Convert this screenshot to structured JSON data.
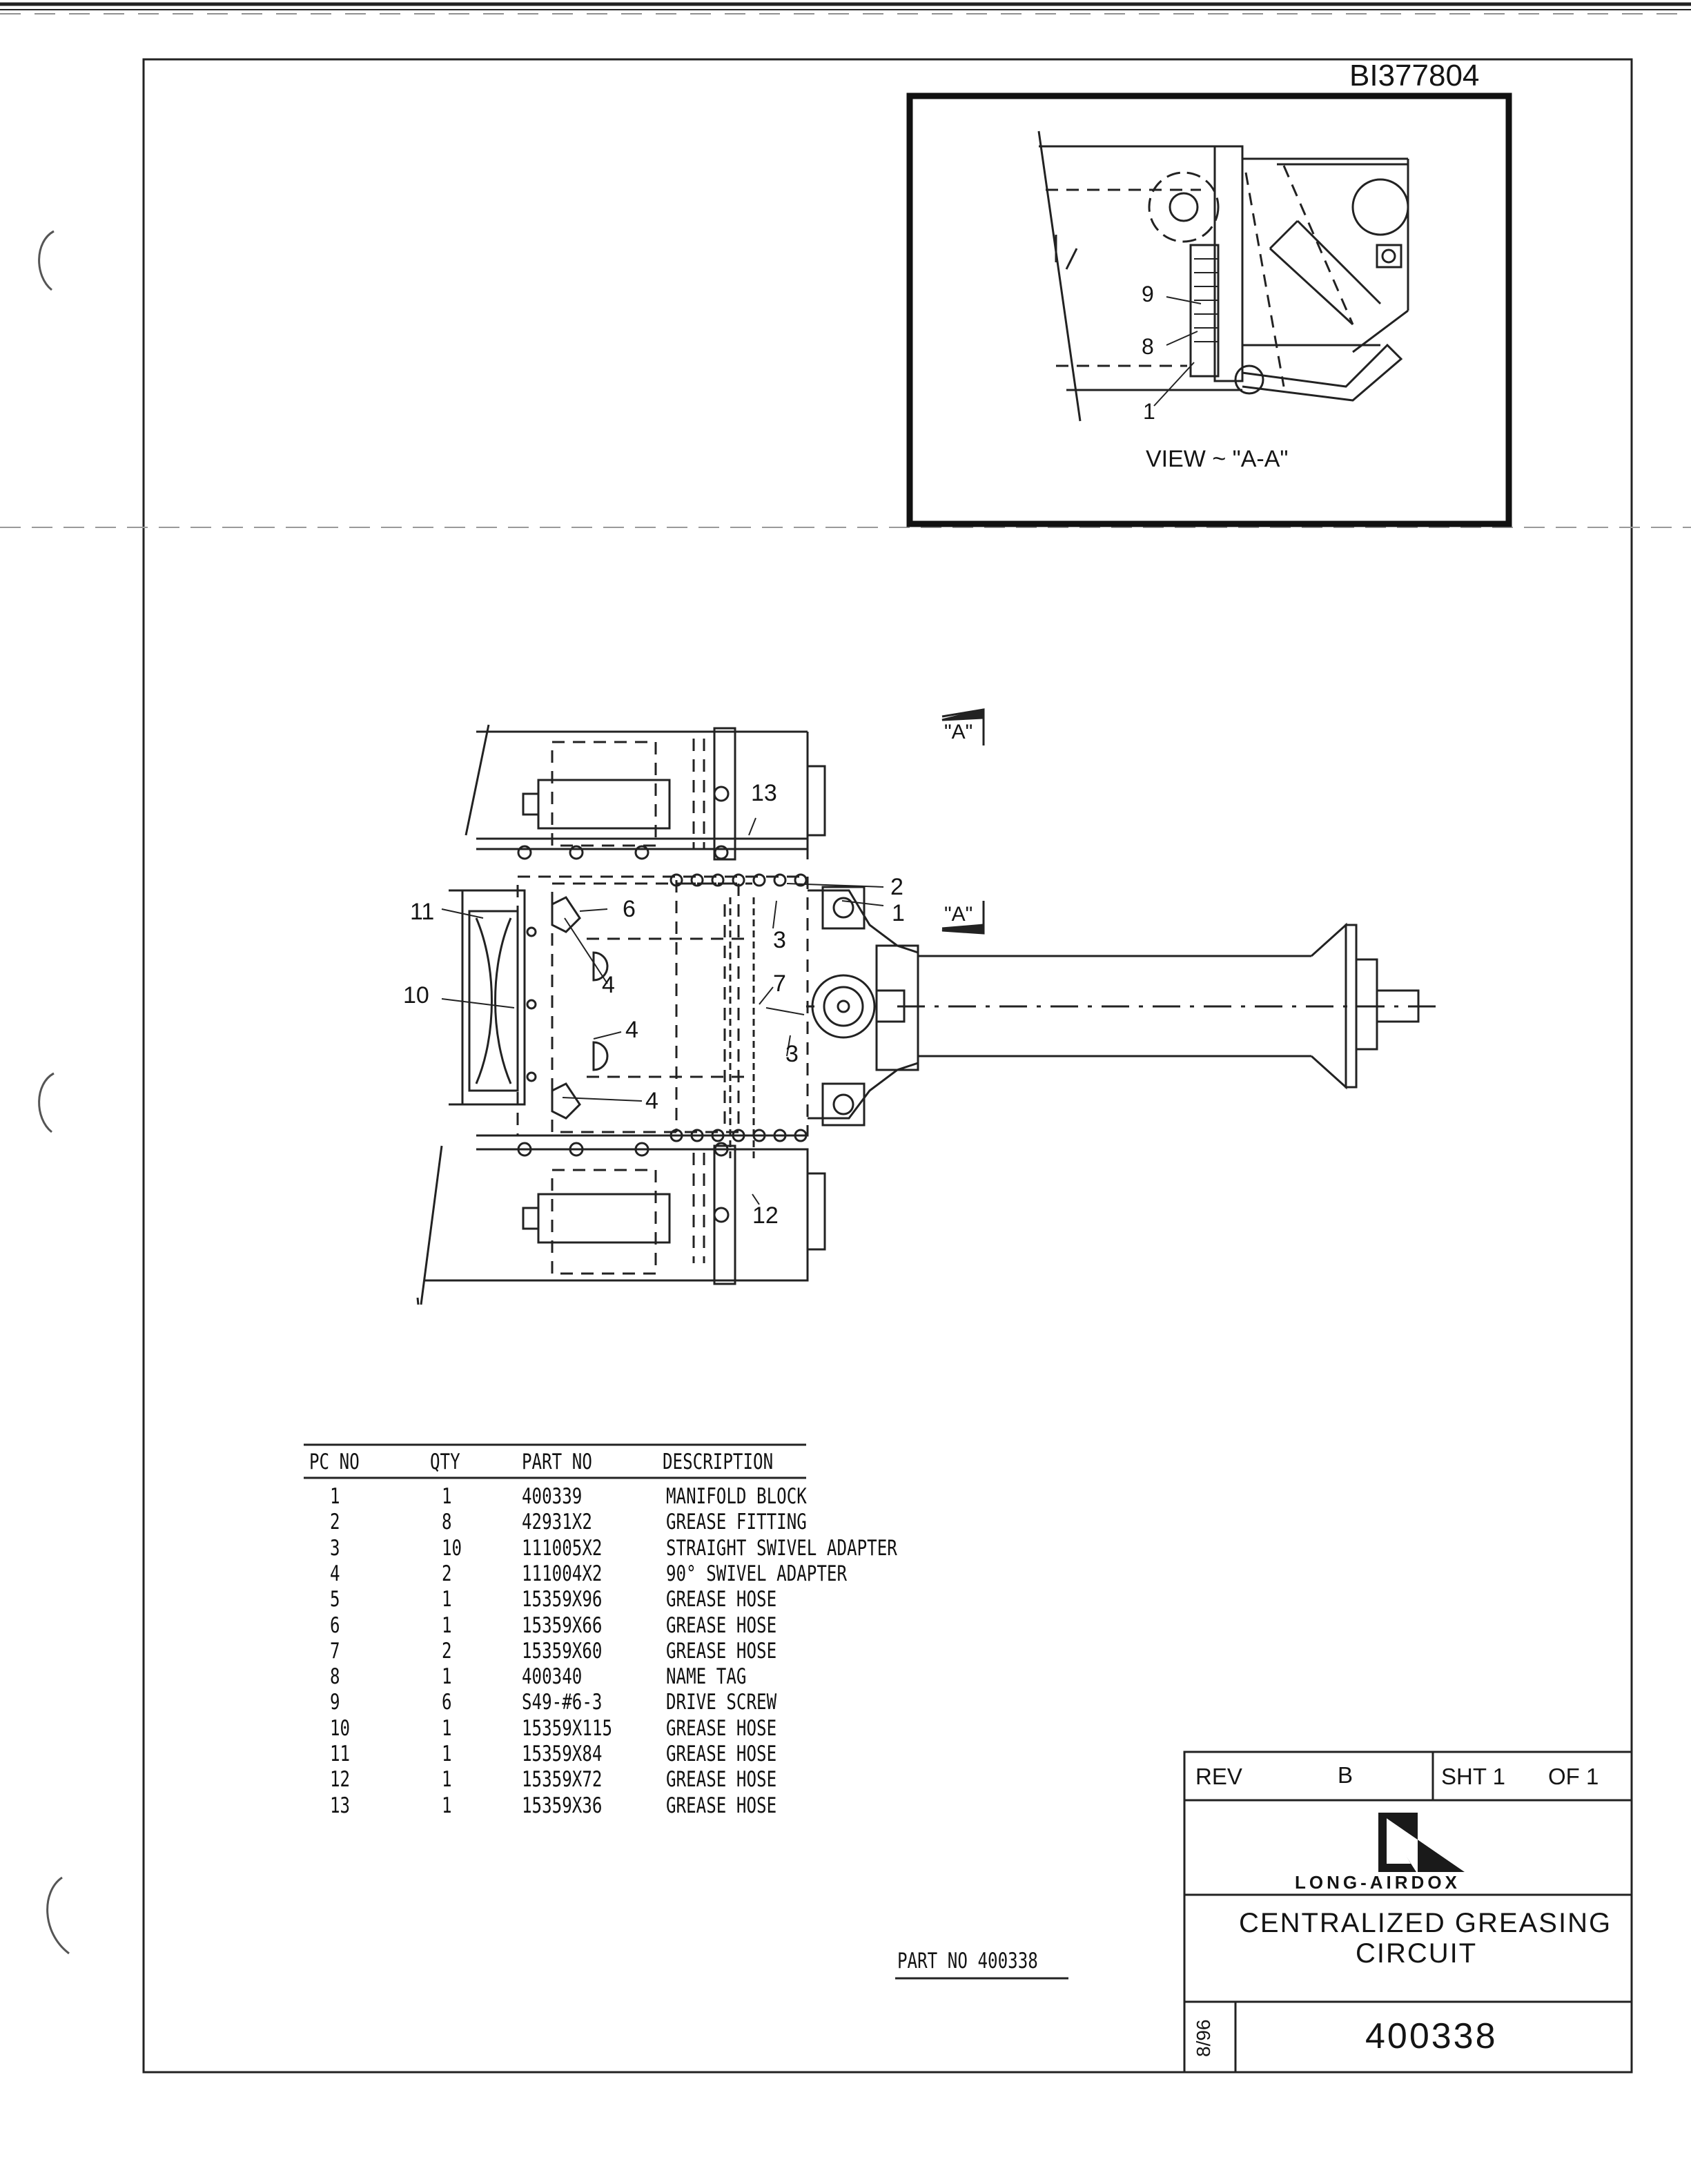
{
  "drawing_id": "BI377804",
  "detail_view": {
    "title": "VIEW ~ \"A-A\"",
    "callouts": [
      "9",
      "8",
      "1"
    ]
  },
  "section_markers": [
    "\"A\"",
    "\"A\""
  ],
  "main_callouts": [
    "13",
    "2",
    "1",
    "11",
    "6",
    "3",
    "10",
    "4",
    "7",
    "4",
    "3",
    "4",
    "12"
  ],
  "parts_list": {
    "headers": [
      "PC NO",
      "QTY",
      "PART NO",
      "DESCRIPTION"
    ],
    "rows": [
      [
        "1",
        "1",
        "400339",
        "MANIFOLD BLOCK"
      ],
      [
        "2",
        "8",
        "42931X2",
        "GREASE FITTING"
      ],
      [
        "3",
        "10",
        "111005X2",
        "STRAIGHT SWIVEL ADAPTER"
      ],
      [
        "4",
        "2",
        "111004X2",
        "90° SWIVEL ADAPTER"
      ],
      [
        "5",
        "1",
        "15359X96",
        "GREASE HOSE"
      ],
      [
        "6",
        "1",
        "15359X66",
        "GREASE HOSE"
      ],
      [
        "7",
        "2",
        "15359X60",
        "GREASE HOSE"
      ],
      [
        "8",
        "1",
        "400340",
        "NAME TAG"
      ],
      [
        "9",
        "6",
        "S49-#6-3",
        "DRIVE SCREW"
      ],
      [
        "10",
        "1",
        "15359X115",
        "GREASE HOSE"
      ],
      [
        "11",
        "1",
        "15359X84",
        "GREASE HOSE"
      ],
      [
        "12",
        "1",
        "15359X72",
        "GREASE HOSE"
      ],
      [
        "13",
        "1",
        "15359X36",
        "GREASE HOSE"
      ]
    ]
  },
  "part_no_label": "PART NO 400338",
  "title_block": {
    "rev_label": "REV",
    "rev_value": "B",
    "sheet": "SHT 1",
    "of": "OF 1",
    "company": "LONG-AIRDOX",
    "title_line1": "CENTRALIZED GREASING",
    "title_line2": "CIRCUIT",
    "date": "8/96",
    "drawing_number": "400338"
  }
}
